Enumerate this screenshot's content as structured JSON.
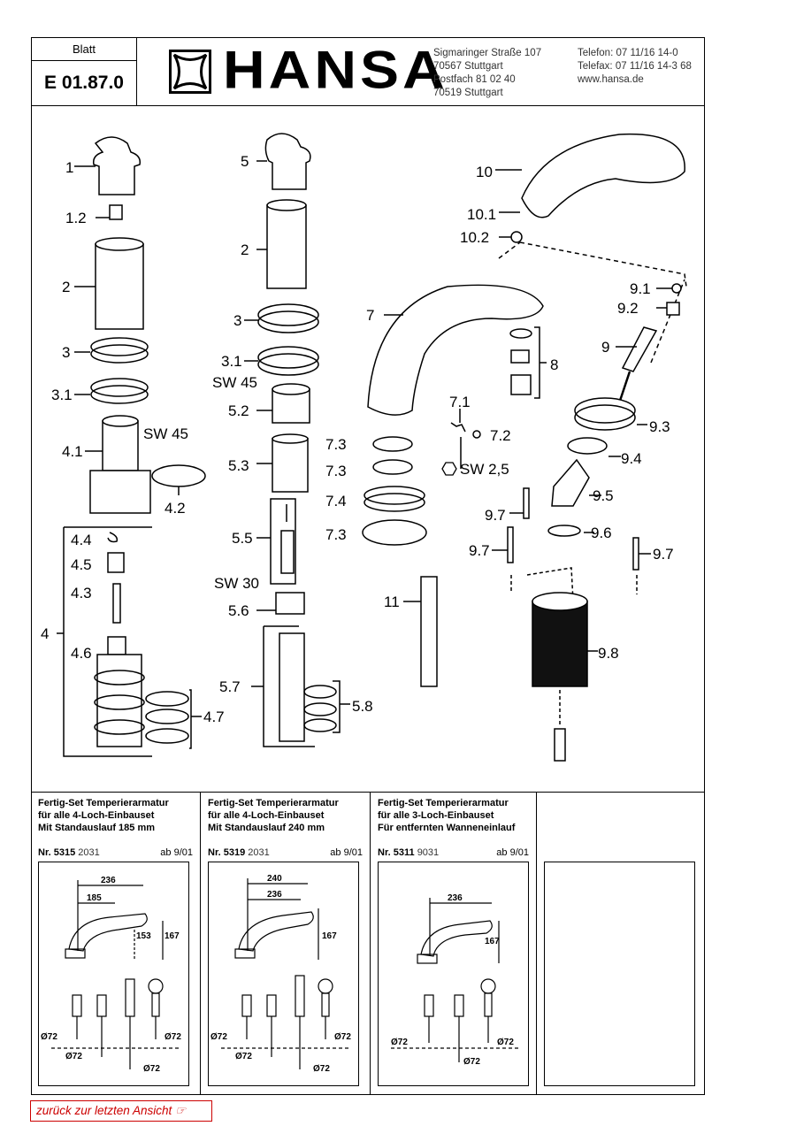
{
  "header": {
    "blatt_label": "Blatt",
    "blatt_number": "E 01.87.0",
    "brand": "HANSA",
    "address": [
      "Sigmaringer Straße 107",
      "70567 Stuttgart",
      "Postfach 81 02 40",
      "70519 Stuttgart"
    ],
    "contact": [
      "Telefon: 07 11/16 14-0",
      "Telefax: 07 11/16 14-3 68",
      "www.hansa.de"
    ]
  },
  "parts": {
    "p1": "1",
    "p1_2": "1.2",
    "p2a": "2",
    "p3a": "3",
    "p3_1a": "3.1",
    "p4_1": "4.1",
    "sw45a": "SW 45",
    "p4_2": "4.2",
    "p4_4": "4.4",
    "p4_5": "4.5",
    "p4_3": "4.3",
    "p4": "4",
    "p4_6": "4.6",
    "p4_7": "4.7",
    "p5": "5",
    "p2b": "2",
    "p3b": "3",
    "p3_1b": "3.1",
    "sw45b": "SW 45",
    "p5_2": "5.2",
    "p5_3": "5.3",
    "p5_5": "5.5",
    "sw30": "SW 30",
    "p5_6": "5.6",
    "p5_7": "5.7",
    "p5_8": "5.8",
    "p7": "7",
    "p8": "8",
    "p7_1": "7.1",
    "p7_2": "7.2",
    "sw2_5": "SW 2,5",
    "p7_3a": "7.3",
    "p7_3b": "7.3",
    "p7_4": "7.4",
    "p7_3c": "7.3",
    "p11": "11",
    "p10": "10",
    "p10_1": "10.1",
    "p10_2": "10.2",
    "p9_1": "9.1",
    "p9_2": "9.2",
    "p9": "9",
    "p9_3": "9.3",
    "p9_4": "9.4",
    "p9_5": "9.5",
    "p9_7a": "9.7",
    "p9_6": "9.6",
    "p9_7b": "9.7",
    "p9_7c": "9.7",
    "p9_8": "9.8"
  },
  "sets": [
    {
      "title": [
        "Fertig-Set  Temperierarmatur",
        "für alle 4-Loch-Einbauset",
        "Mit Standauslauf 185 mm"
      ],
      "nr_label": "Nr.",
      "nr": "5315",
      "code": "2031",
      "since": "ab 9/01",
      "dims": {
        "a": "236",
        "b": "185",
        "h1": "153",
        "h2": "167",
        "d1": "Ø72",
        "d2": "Ø72",
        "d3": "Ø72",
        "d4": "Ø72"
      }
    },
    {
      "title": [
        "Fertig-Set  Temperierarmatur",
        "für alle 4-Loch-Einbauset",
        "Mit Standauslauf 240 mm"
      ],
      "nr_label": "Nr.",
      "nr": "5319",
      "code": "2031",
      "since": "ab 9/01",
      "dims": {
        "a": "240",
        "b": "236",
        "h2": "167",
        "d1": "Ø72",
        "d2": "Ø72",
        "d3": "Ø72",
        "d4": "Ø72"
      }
    },
    {
      "title": [
        "Fertig-Set  Temperierarmatur",
        "für alle 3-Loch-Einbauset",
        "Für entfernten Wanneneinlauf"
      ],
      "nr_label": "Nr.",
      "nr": "5311",
      "code": "9031",
      "since": "ab 9/01",
      "dims": {
        "a": "236",
        "h2": "167",
        "d1": "Ø72",
        "d2": "Ø72",
        "d3": "Ø72"
      }
    }
  ],
  "back_link": "zurück zur letzten Ansicht ☞"
}
